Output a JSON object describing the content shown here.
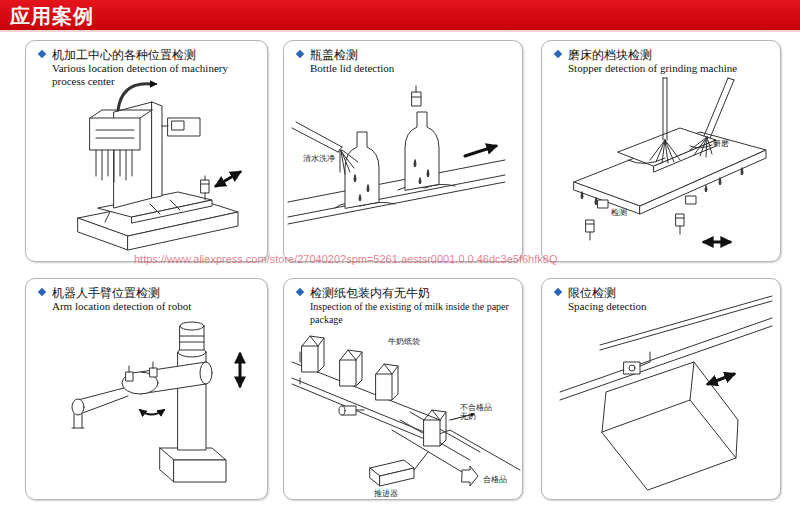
{
  "diagram": {
    "title": "应用案例",
    "nodes": [
      {
        "text": [
          "机加工中心的各种位置检测",
          "Various location detection of machinery process center"
        ]
      },
      {
        "text": [
          "瓶盖检测",
          "Bottle lid detection"
        ]
      },
      {
        "text": [
          "磨床的档块检测",
          "Stopper detection of grinding machine"
        ]
      },
      {
        "text": [
          "机器人手臂位置检测",
          "Arm location detection of robot"
        ]
      },
      {
        "text": [
          "检测纸包装内有无牛奶",
          "Inspection of the existing of milk inside the paper package"
        ]
      },
      {
        "text": [
          "限位检测",
          "Spacing detection"
        ]
      }
    ],
    "labels": [
      "清水洗净",
      "研磨",
      "检测",
      "牛奶纸袋",
      "不合格品 无奶",
      "合格品",
      "推进器",
      "https://www.aliexpress.com/store/2704020?spm=5261.aestsr0001.0.0.46dc3e5f6hfk8Q"
    ]
  }
}
